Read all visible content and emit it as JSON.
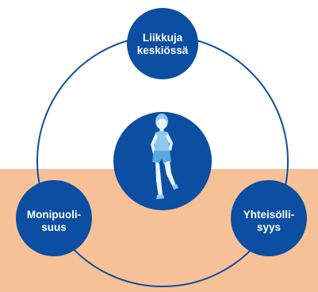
{
  "colors": {
    "background_top": "#ffffff",
    "background_bottom": "#F7C197",
    "circle_fill": "#0B4EA2",
    "ring_stroke": "#0B4EA2",
    "label_text": "#ffffff",
    "figure": "#EAF3FB",
    "figure_accent": "#8CC8F0"
  },
  "diagram": {
    "center_icon": "runner-icon",
    "nodes": [
      {
        "id": "top",
        "lines": [
          "Liikkuja",
          "keskiössä"
        ]
      },
      {
        "id": "left",
        "lines": [
          "Monipuoli-",
          "suus"
        ]
      },
      {
        "id": "right",
        "lines": [
          "Yhteisölli-",
          "syys"
        ]
      }
    ]
  }
}
